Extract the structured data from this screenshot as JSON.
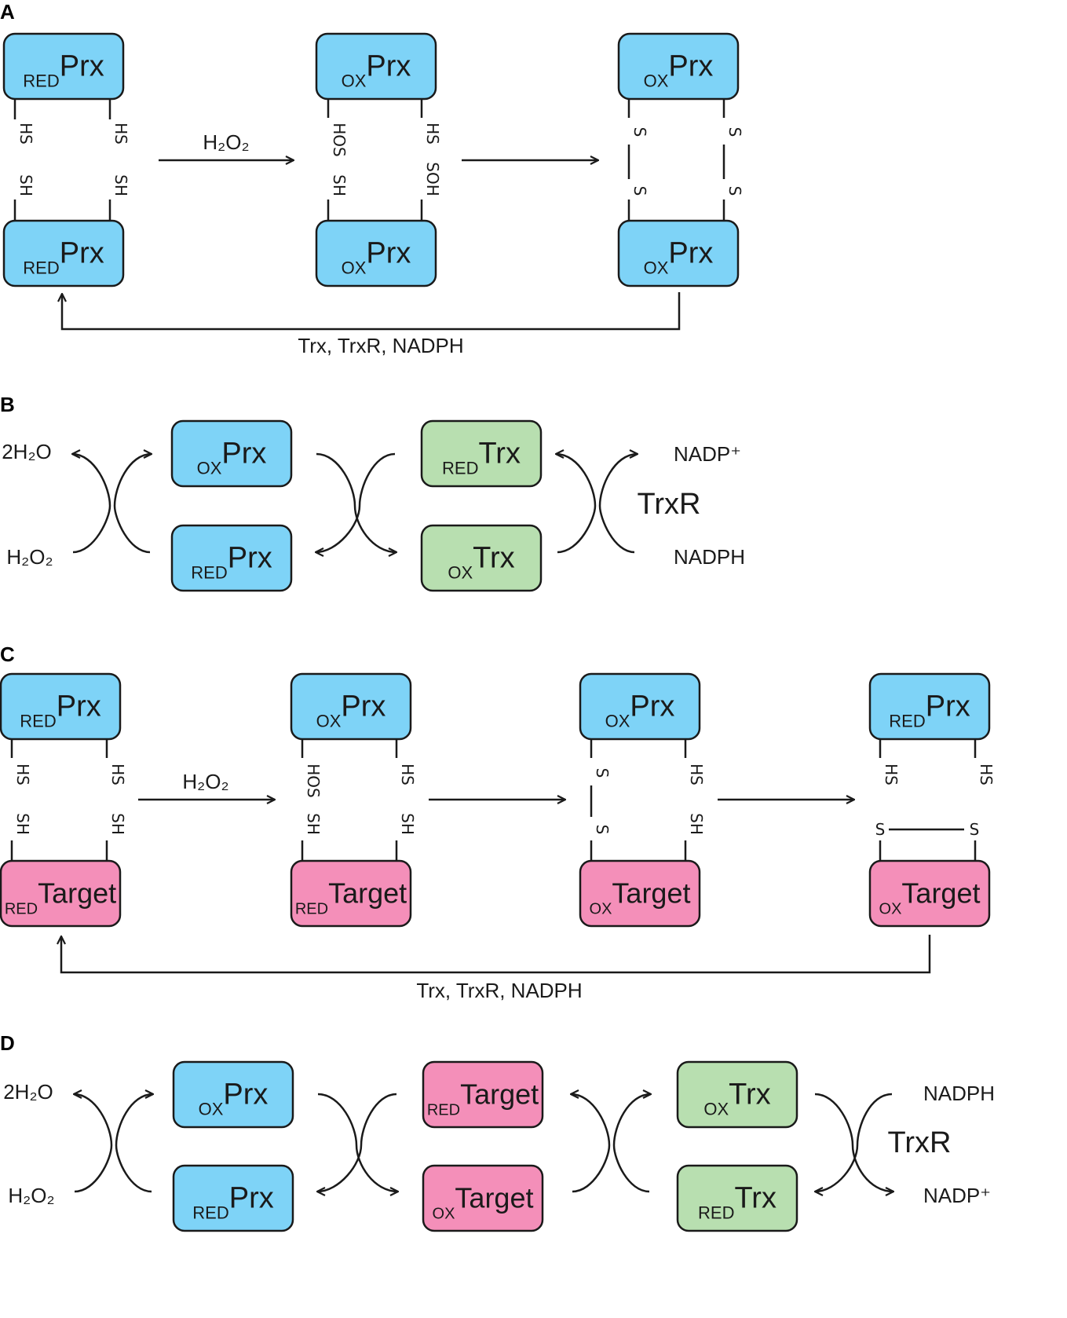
{
  "colors": {
    "prx": "#7ed3f7",
    "trx": "#b8dfb0",
    "target": "#f48fb9",
    "stroke": "#1a1a1a"
  },
  "panels": {
    "a": {
      "letter": "A",
      "boxes": [
        {
          "sub": "RED",
          "main": "Prx"
        },
        {
          "sub": "RED",
          "main": "Prx"
        },
        {
          "sub": "OX",
          "main": "Prx"
        },
        {
          "sub": "OX",
          "main": "Prx"
        },
        {
          "sub": "OX",
          "main": "Prx"
        },
        {
          "sub": "OX",
          "main": "Prx"
        }
      ],
      "bonds": [
        "HS",
        "SH",
        "HS",
        "SH",
        "HOS",
        "SH",
        "HS",
        "SOH",
        "S",
        "S",
        "S",
        "S"
      ],
      "reagent": "H₂O₂",
      "return_label": "Trx, TrxR, NADPH"
    },
    "b": {
      "letter": "B",
      "boxes": [
        {
          "sub": "OX",
          "main": "Prx"
        },
        {
          "sub": "RED",
          "main": "Prx"
        },
        {
          "sub": "RED",
          "main": "Trx"
        },
        {
          "sub": "OX",
          "main": "Trx"
        }
      ],
      "left_top": "2H₂O",
      "left_bottom": "H₂O₂",
      "right_top": "NADP⁺",
      "right_bottom": "NADPH",
      "enzyme": "TrxR"
    },
    "c": {
      "letter": "C",
      "boxes": [
        {
          "sub": "RED",
          "main": "Prx"
        },
        {
          "sub": "RED",
          "main": "Target"
        },
        {
          "sub": "OX",
          "main": "Prx"
        },
        {
          "sub": "RED",
          "main": "Target"
        },
        {
          "sub": "OX",
          "main": "Prx"
        },
        {
          "sub": "OX",
          "main": "Target"
        },
        {
          "sub": "RED",
          "main": "Prx"
        },
        {
          "sub": "OX",
          "main": "Target"
        }
      ],
      "bonds": [
        "HS",
        "SH",
        "HS",
        "SH",
        "HOS",
        "SH",
        "HS",
        "SH",
        "S",
        "S",
        "HS",
        "SH",
        "HS",
        "HS",
        "S",
        "S"
      ],
      "reagent": "H₂O₂",
      "return_label": "Trx, TrxR, NADPH"
    },
    "d": {
      "letter": "D",
      "boxes": [
        {
          "sub": "OX",
          "main": "Prx"
        },
        {
          "sub": "RED",
          "main": "Prx"
        },
        {
          "sub": "RED",
          "main": "Target"
        },
        {
          "sub": "OX",
          "main": "Target"
        },
        {
          "sub": "OX",
          "main": "Trx"
        },
        {
          "sub": "RED",
          "main": "Trx"
        }
      ],
      "left_top": "2H₂O",
      "left_bottom": "H₂O₂",
      "right_top": "NADPH",
      "right_bottom": "NADP⁺",
      "enzyme": "TrxR"
    }
  }
}
